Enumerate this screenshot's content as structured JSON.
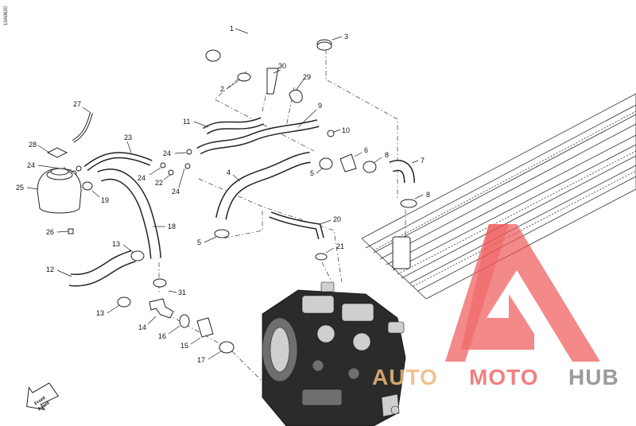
{
  "drawing_code": "10A0620",
  "labels": {
    "p1": "1",
    "p2": "2",
    "p3": "3",
    "p4": "4",
    "p5a": "5",
    "p5b": "5",
    "p6": "6",
    "p7": "7",
    "p8a": "8",
    "p8b": "8",
    "p9": "9",
    "p10": "10",
    "p11": "11",
    "p12": "12",
    "p13a": "13",
    "p13b": "13",
    "p14": "14",
    "p15": "15",
    "p16": "16",
    "p17": "17",
    "p18": "18",
    "p19": "19",
    "p20": "20",
    "p21": "21",
    "p22": "22",
    "p23": "23",
    "p24a": "24",
    "p24b": "24",
    "p24c": "24",
    "p24d": "24",
    "p25": "25",
    "p26": "26",
    "p27": "27",
    "p28": "28",
    "p29": "29",
    "p30": "30",
    "p31": "31"
  },
  "front_arrow": {
    "line1": "Front",
    "line2": "Avant"
  },
  "watermark": {
    "auto": "AUTO",
    "moto": "MOTO",
    "hub": "HUB"
  },
  "colors": {
    "watermark_red": "#ee5252",
    "watermark_orange": "#f0b87a",
    "watermark_gray": "#8a8a8a"
  }
}
